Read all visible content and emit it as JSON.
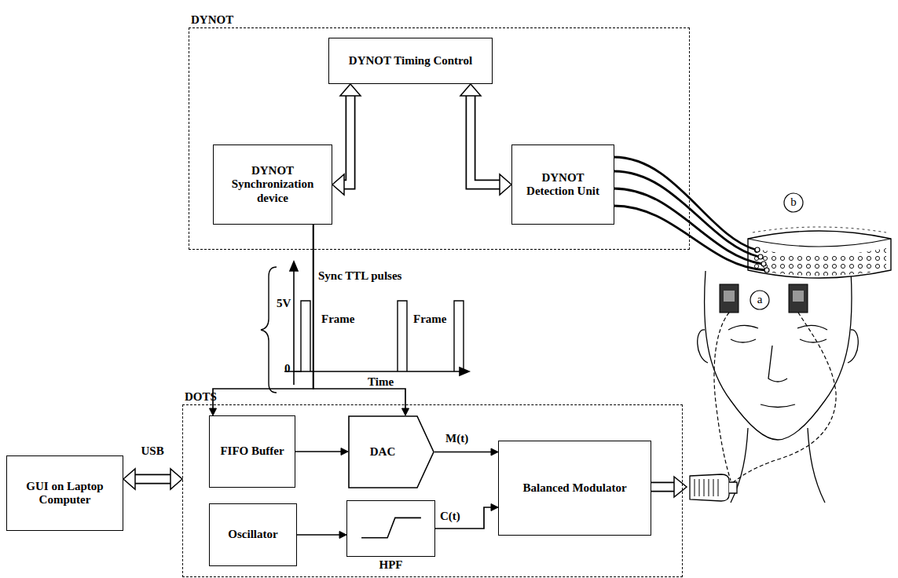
{
  "diagram": {
    "nodes": [
      {
        "text": [
          "DYNOT"
        ]
      },
      {
        "text": [
          "DYNOT Timing Control"
        ],
        "in": 0
      },
      {
        "text": [
          "DYNOT Synchronization device"
        ],
        "in": 0
      },
      {
        "text": [
          "DYNOT Detection Unit"
        ],
        "in": 0
      },
      {
        "text": [
          "DOTS"
        ]
      },
      {
        "text": [
          "FIFO Buffer"
        ],
        "in": 4
      },
      {
        "text": [
          "DAC"
        ],
        "in": 4
      },
      {
        "text": [
          "Oscillator"
        ],
        "in": 4
      },
      {
        "text": [
          "HPF"
        ],
        "in": 4
      },
      {
        "text": [
          "Balanced Modulator"
        ],
        "in": 4
      },
      {
        "text": [
          "GUI on Laptop Computer"
        ]
      }
    ],
    "edges": [
      {
        "from": 2,
        "to": 1,
        "arrow": "both"
      },
      {
        "from": 1,
        "to": 3,
        "arrow": "both"
      },
      {
        "from": 2,
        "to": 5,
        "arrow": "to"
      },
      {
        "from": 2,
        "to": 6,
        "arrow": "to"
      },
      {
        "from": 5,
        "to": 6,
        "arrow": "to"
      },
      {
        "from": 7,
        "to": 8,
        "arrow": "to"
      },
      {
        "from": 6,
        "to": 9,
        "arrow": "to",
        "label": "M(t)"
      },
      {
        "from": 8,
        "to": 9,
        "arrow": "to",
        "label": "C(t)"
      },
      {
        "from": 10,
        "to": 4,
        "arrow": "both",
        "label": "USB"
      }
    ],
    "labels": [
      "Sync TTL pulses",
      "5V",
      "0",
      "Frame",
      "Frame",
      "Time",
      "b",
      "a"
    ]
  }
}
